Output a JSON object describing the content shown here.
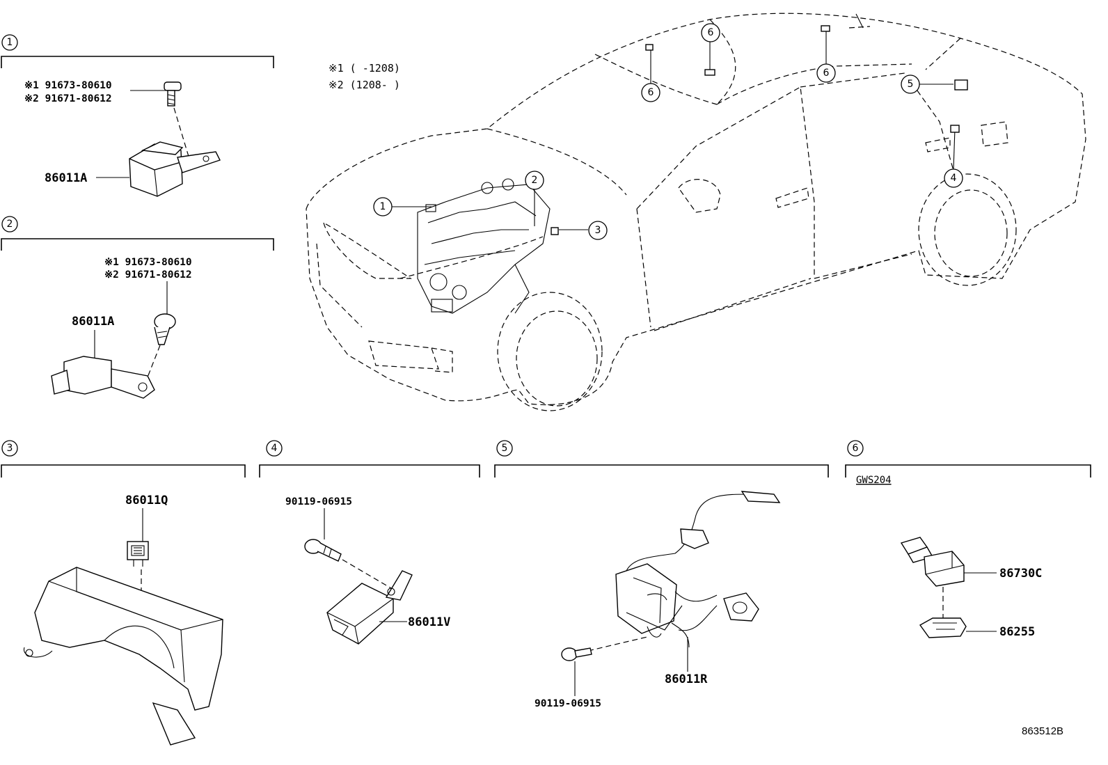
{
  "notes": {
    "note1": "※1 (     -1208)",
    "note2": "※2 (1208-     )"
  },
  "sections": {
    "s1": {
      "number": "1",
      "bolt_line1": "※1 91673-80610",
      "bolt_line2": "※2 91671-80612",
      "part": "86011A"
    },
    "s2": {
      "number": "2",
      "bolt_line1": "※1 91673-80610",
      "bolt_line2": "※2 91671-80612",
      "part": "86011A"
    },
    "s3": {
      "number": "3",
      "part": "86011Q"
    },
    "s4": {
      "number": "4",
      "bolt": "90119-06915",
      "part": "86011V"
    },
    "s5": {
      "number": "5",
      "bolt": "90119-06915",
      "part": "86011R"
    },
    "s6": {
      "number": "6",
      "code": "GWS204",
      "part_upper": "86730C",
      "part_lower": "86255"
    }
  },
  "car_callouts": {
    "c1": "1",
    "c2": "2",
    "c3": "3",
    "c4": "4",
    "c5": "5",
    "c6a": "6",
    "c6b": "6",
    "c6c": "6"
  },
  "reference": "863512B"
}
